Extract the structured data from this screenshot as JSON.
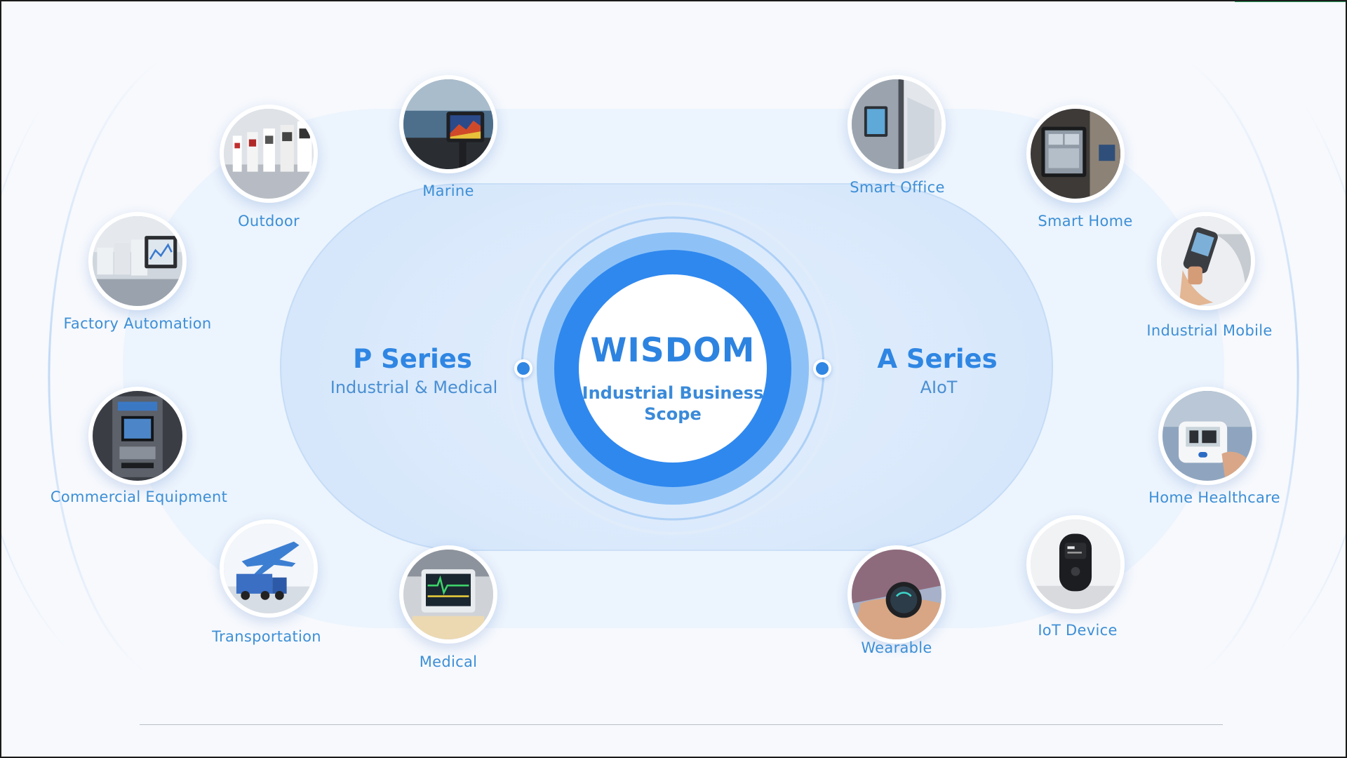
{
  "hub": {
    "title": "WISDOM",
    "subtitle": "Industrial Business Scope"
  },
  "series": {
    "p": {
      "title": "P Series",
      "subtitle": "Industrial & Medical"
    },
    "a": {
      "title": "A Series",
      "subtitle": "AIoT"
    }
  },
  "applications": {
    "outdoor": "Outdoor",
    "marine": "Marine",
    "factory_automation": "Factory Automation",
    "commercial_equipment": "Commercial Equipment",
    "transportation": "Transportation",
    "medical": "Medical",
    "smart_office": "Smart Office",
    "smart_home": "Smart Home",
    "industrial_mobile": "Industrial Mobile",
    "home_healthcare": "Home Healthcare",
    "iot_device": "IoT Device",
    "wearable": "Wearable"
  },
  "colors": {
    "accent": "#2f86e3",
    "label": "#3d8fd6",
    "ring_dark": "#2f88ee",
    "ring_light": "#8ec2f7"
  }
}
